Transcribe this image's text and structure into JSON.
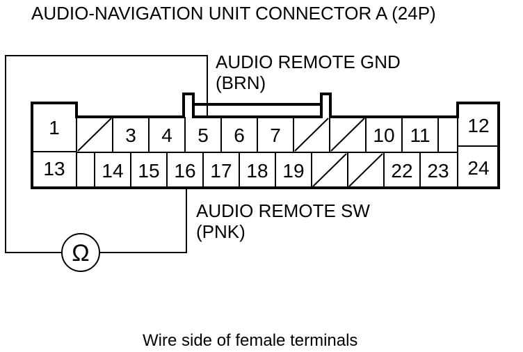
{
  "title": "AUDIO-NAVIGATION UNIT CONNECTOR A (24P)",
  "caption": "Wire side of female terminals",
  "labels": {
    "gnd_name": "AUDIO REMOTE GND",
    "gnd_color": "(BRN)",
    "sw_name": "AUDIO REMOTE SW",
    "sw_color": "(PNK)"
  },
  "meter_symbol": "Ω",
  "pins": {
    "p1": "1",
    "p3": "3",
    "p4": "4",
    "p5": "5",
    "p6": "6",
    "p7": "7",
    "p10": "10",
    "p11": "11",
    "p12": "12",
    "p13": "13",
    "p14": "14",
    "p15": "15",
    "p16": "16",
    "p17": "17",
    "p18": "18",
    "p19": "19",
    "p22": "22",
    "p23": "23",
    "p24": "24"
  }
}
